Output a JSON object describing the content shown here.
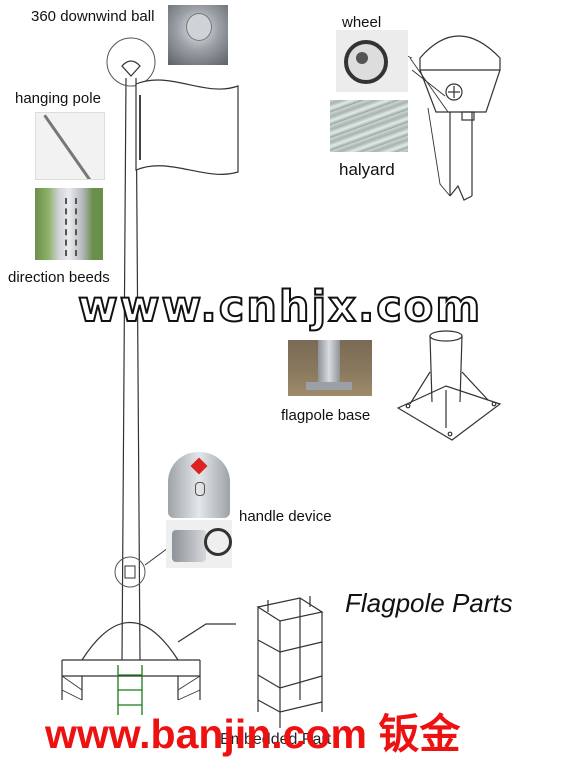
{
  "labels": {
    "downwind_ball": "360 downwind ball",
    "hanging_pole": "hanging pole",
    "direction_beeds": "direction beeds",
    "wheel": "wheel",
    "halyard": "halyard",
    "flagpole_base": "flagpole base",
    "handle_device": "handle device",
    "embedded_part": "Embedded Part"
  },
  "title": "Flagpole Parts",
  "watermarks": {
    "top": "www.cnhjx.com",
    "bottom": "www.banjin.com 钣金"
  },
  "colors": {
    "line": "#333333",
    "watermark_red": "#ee1111",
    "steel": "#b9bdc2"
  }
}
